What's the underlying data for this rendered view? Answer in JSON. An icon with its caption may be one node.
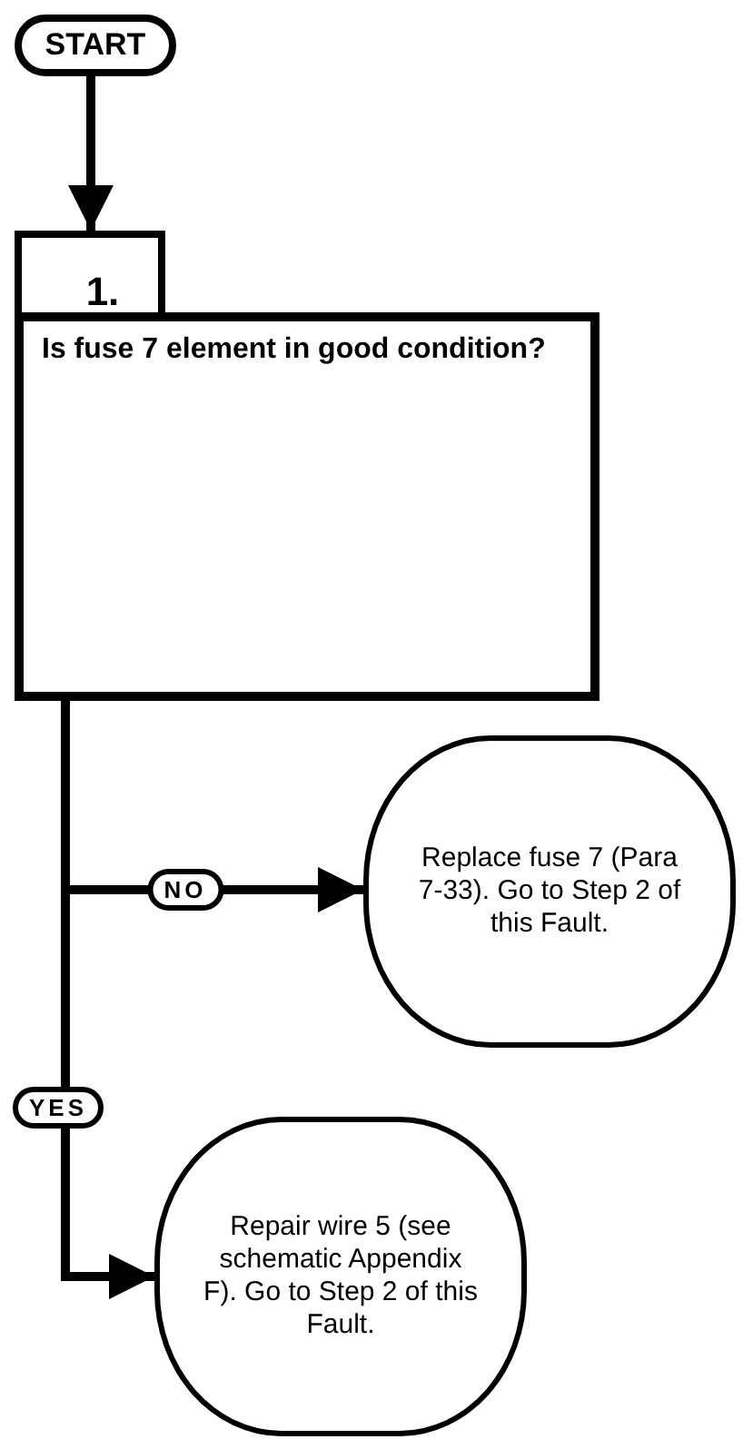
{
  "diagram": {
    "nodes": [
      {
        "text": [
          "START"
        ]
      },
      {
        "text": [
          "1.",
          "Is fuse 7 element in good condition?"
        ]
      },
      {
        "text": [
          "Replace fuse 7 (Para 7-33).  Go to Step 2 of this Fault."
        ]
      },
      {
        "text": [
          "Repair wire 5 (see schematic Appendix F).  Go to Step 2 of this Fault."
        ]
      }
    ],
    "edges": [
      {
        "from": 0,
        "to": 1,
        "arrow": "to"
      },
      {
        "from": 1,
        "to": 2,
        "arrow": "to",
        "label": "NO"
      },
      {
        "from": 1,
        "to": 3,
        "arrow": "to",
        "label": "YES"
      }
    ]
  }
}
